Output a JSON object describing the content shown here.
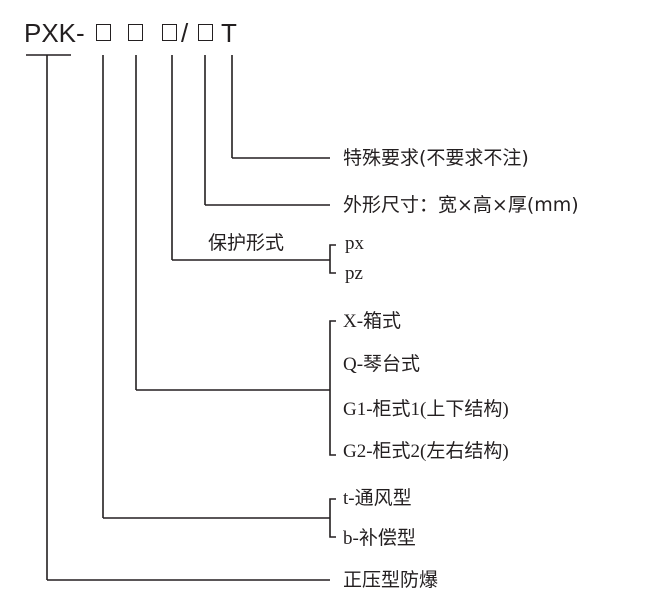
{
  "code": {
    "prefix": "PXK-",
    "separator": "/",
    "suffix": "T",
    "placeholder_count": 4
  },
  "colors": {
    "text": "#231f20",
    "lines": "#231f20",
    "background": "#ffffff"
  },
  "labels": {
    "special": "特殊要求(不要求不注)",
    "dimensions": "外形尺寸：宽×高×厚(mm)",
    "protection_title": "保护形式",
    "protection_options": [
      "px",
      "pz"
    ],
    "cabinet_options": [
      "X-箱式",
      "Q-琴台式",
      "G1-柜式1(上下结构)",
      "G2-柜式2(左右结构)"
    ],
    "ventilation_options": [
      "t-通风型",
      "b-补偿型"
    ],
    "explosion": "正压型防爆"
  }
}
